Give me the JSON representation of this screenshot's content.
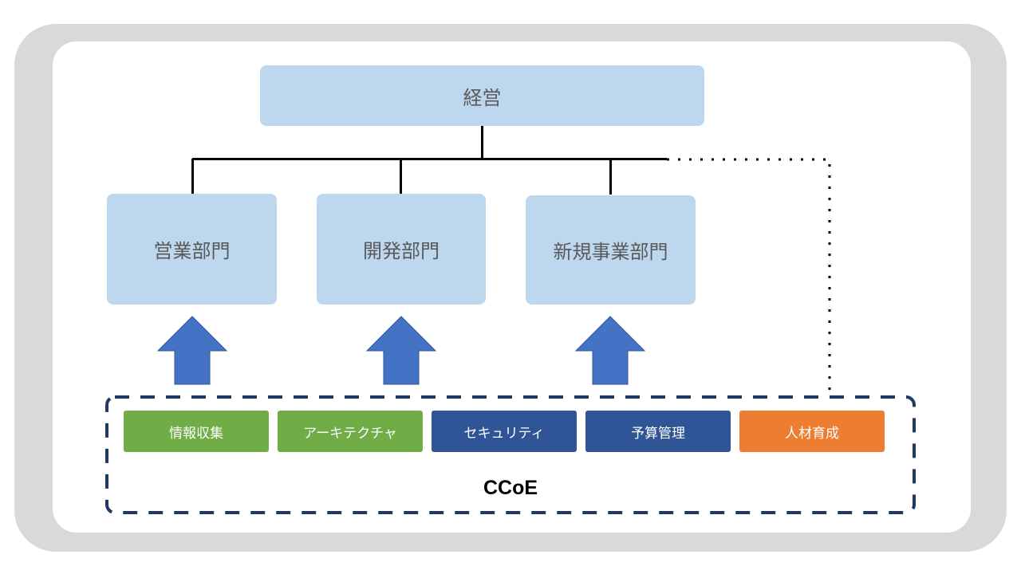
{
  "diagram": {
    "type": "org-chart",
    "top": {
      "label": "経営"
    },
    "departments": [
      {
        "label": "営業部門"
      },
      {
        "label": "開発部門"
      },
      {
        "label": "新規事業部門"
      }
    ],
    "ccoe": {
      "label": "CCoE",
      "functions": [
        {
          "label": "情報収集",
          "color": "#70ad47"
        },
        {
          "label": "アーキテクチャ",
          "color": "#70ad47"
        },
        {
          "label": "セキュリティ",
          "color": "#2f5597"
        },
        {
          "label": "予算管理",
          "color": "#2f5597"
        },
        {
          "label": "人材育成",
          "color": "#ed7d31"
        }
      ]
    },
    "colors": {
      "frame": "#d9d9d9",
      "box_fill": "#bdd7ee",
      "box_text": "#595959",
      "arrow": "#4472c4",
      "dashed_border": "#1f3864",
      "connector": "#000000"
    },
    "connectors": {
      "solid": "経営 → 営業部門 / 開発部門 / 新規事業部門",
      "dotted": "経営 → CCoE",
      "arrows": "CCoE → each department"
    }
  }
}
